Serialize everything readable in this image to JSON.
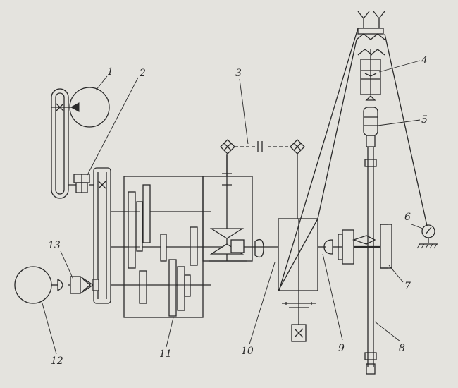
{
  "labels": {
    "l1": "1",
    "l2": "2",
    "l3": "3",
    "l4": "4",
    "l5": "5",
    "l6": "6",
    "l7": "7",
    "l8": "8",
    "l9": "9",
    "l10": "10",
    "l11": "11",
    "l12": "12",
    "l13": "13"
  },
  "colors": {
    "background": "#e4e3de",
    "ink": "#2a2a2a"
  }
}
